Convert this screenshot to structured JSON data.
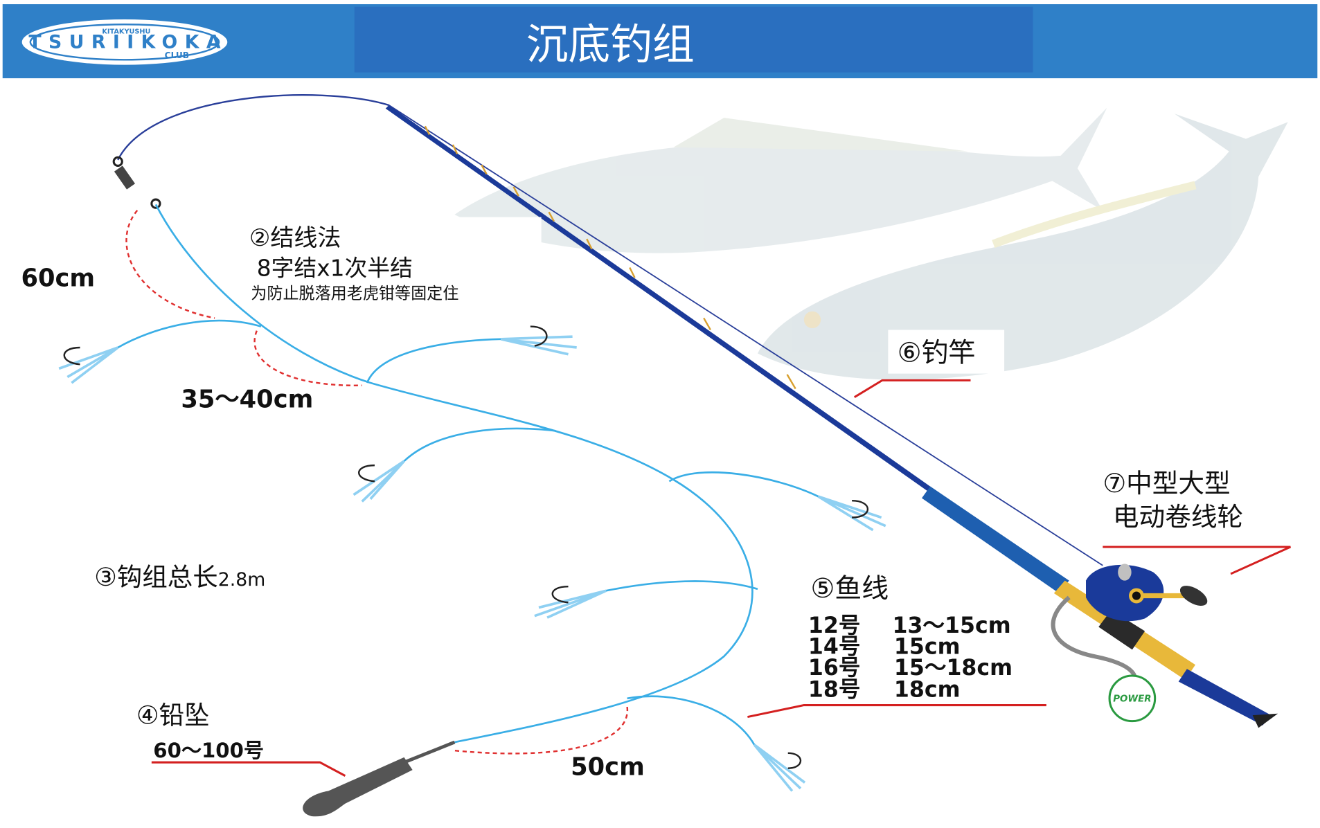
{
  "header": {
    "title": "沉底钓组",
    "logo": {
      "top": "KITAKYUSHU",
      "main": "TSURIIKOKA",
      "sub": "CLUB"
    },
    "bar_color": "#2f80c8",
    "title_box_color": "#2a6fbf"
  },
  "labels": {
    "knot_title": "②结线法",
    "knot_line1": "8字结x1次半结",
    "knot_line2": "为防止脱落用老虎钳等固定住",
    "total_length_prefix": "③钩组总长",
    "total_length_value": "2.8m",
    "sinker_title": "④铅坠",
    "sinker_value": "60～100号",
    "line_title": "⑤鱼线",
    "rod_title": "⑥钓竿",
    "reel_line1": "⑦中型大型",
    "reel_line2": "电动卷线轮",
    "power": "POWER"
  },
  "line_table": [
    {
      "size": "12号",
      "length": "13～15cm"
    },
    {
      "size": "14号",
      "length": "15cm"
    },
    {
      "size": "16号",
      "length": "15～18cm"
    },
    {
      "size": "18号",
      "length": "18cm"
    }
  ],
  "measurements": {
    "swivel_to_branch": "60cm",
    "branch_spacing": "35～40cm",
    "sinker_spacing": "50cm"
  },
  "colors": {
    "leader": "#3aaee6",
    "main_line": "#2a3f9a",
    "rod": "#1b3a99",
    "dash": "#e03030",
    "pointer": "#d42020"
  }
}
